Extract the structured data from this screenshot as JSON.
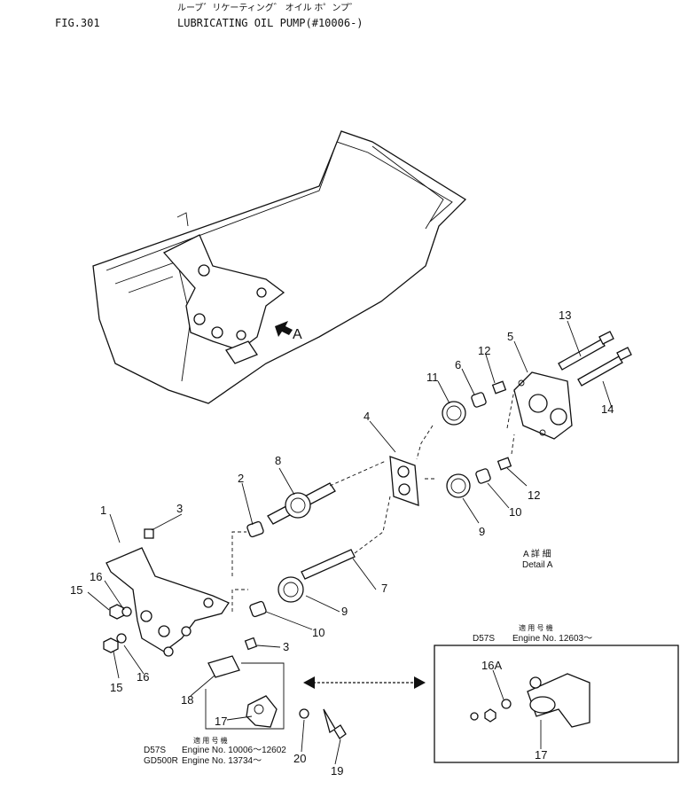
{
  "header": {
    "fig": "FIG.301",
    "jp_title": "ルーブ゛リケーティング゛ オイル ホ゜ンプ゛",
    "title": "LUBRICATING OIL PUMP(#10006-)"
  },
  "callouts": [
    "1",
    "2",
    "3",
    "3",
    "4",
    "5",
    "6",
    "7",
    "8",
    "9",
    "9",
    "10",
    "10",
    "11",
    "12",
    "12",
    "13",
    "14",
    "15",
    "15",
    "16",
    "16",
    "16A",
    "17",
    "17",
    "18",
    "19",
    "20"
  ],
  "view_label": "A",
  "detail": {
    "jp": "A 詳 細",
    "label": "Detail A"
  },
  "applicable_left": {
    "jp": "適 用 号 機",
    "line1_model": "D57S",
    "line1_text": "Engine No. 10006～12602",
    "line2_model": "GD500R",
    "line2_text": "Engine No. 13734～"
  },
  "applicable_right": {
    "jp": "適 用 号 機",
    "model": "D57S",
    "text": "Engine No. 12603～"
  }
}
